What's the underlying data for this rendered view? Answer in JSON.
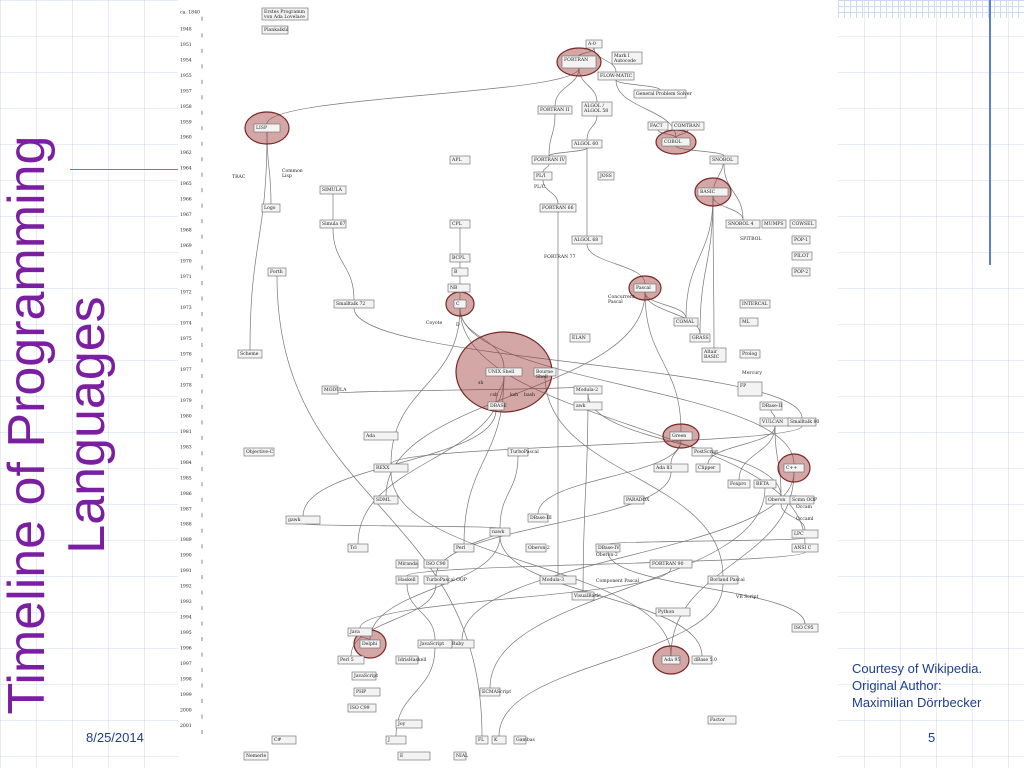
{
  "slide": {
    "title_lines": [
      "Timeline of Programming",
      "Languages"
    ],
    "credit_lines": [
      "Courtesy of Wikipedia.",
      "Original Author:",
      "Maximilian Dörrbecker"
    ],
    "date": "8/25/2014",
    "page_number": "5"
  },
  "diagram": {
    "years": [
      "ca. 1840",
      "1948",
      "1951",
      "1954",
      "1955",
      "1957",
      "1958",
      "1959",
      "1960",
      "1962",
      "1964",
      "1965",
      "1966",
      "1967",
      "1968",
      "1969",
      "1970",
      "1971",
      "1972",
      "1973",
      "1974",
      "1975",
      "1976",
      "1977",
      "1978",
      "1979",
      "1980",
      "1981",
      "1983",
      "1984",
      "1985",
      "1986",
      "1987",
      "1988",
      "1989",
      "1990",
      "1991",
      "1992",
      "1993",
      "1994",
      "1995",
      "1996",
      "1997",
      "1998",
      "1999",
      "2000",
      "2001"
    ],
    "nodes": [
      {
        "id": "ada",
        "lines": [
          "Erstes Programm",
          "von Ada Lovelace"
        ]
      },
      {
        "id": "plank",
        "lines": [
          "Plankalkül"
        ]
      },
      {
        "id": "a0",
        "lines": [
          "A-0"
        ]
      },
      {
        "id": "fortran",
        "lines": [
          "FORTRAN"
        ]
      },
      {
        "id": "mark1",
        "lines": [
          "Mark I",
          "Autocode"
        ]
      },
      {
        "id": "flowmatic",
        "lines": [
          "FLOW-MATIC"
        ]
      },
      {
        "id": "gps",
        "lines": [
          "General Problem Solver"
        ]
      },
      {
        "id": "fortran2",
        "lines": [
          "FORTRAN II"
        ]
      },
      {
        "id": "algol58",
        "lines": [
          "ALGOL /",
          "ALGOL 58"
        ]
      },
      {
        "id": "fact",
        "lines": [
          "FACT"
        ]
      },
      {
        "id": "comtran",
        "lines": [
          "COMTRAN"
        ]
      },
      {
        "id": "lisp",
        "lines": [
          "LISP"
        ]
      },
      {
        "id": "cobol",
        "lines": [
          "COBOL"
        ]
      },
      {
        "id": "algol60",
        "lines": [
          "ALGOL 60"
        ]
      },
      {
        "id": "fortran4",
        "lines": [
          "FORTRAN IV"
        ]
      },
      {
        "id": "apl",
        "lines": [
          "APL"
        ]
      },
      {
        "id": "snobol",
        "lines": [
          "SNOBOL"
        ]
      },
      {
        "id": "pl1",
        "lines": [
          "PL/I"
        ]
      },
      {
        "id": "jovial",
        "lines": [
          "JOSS"
        ]
      },
      {
        "id": "simula",
        "lines": [
          "SIMULA"
        ]
      },
      {
        "id": "basic",
        "lines": [
          "BASIC"
        ]
      },
      {
        "id": "logo",
        "lines": [
          "Logo"
        ]
      },
      {
        "id": "fortran66",
        "lines": [
          "FORTRAN 66"
        ]
      },
      {
        "id": "simula67",
        "lines": [
          "Simula 67"
        ]
      },
      {
        "id": "cpl",
        "lines": [
          "CPL"
        ]
      },
      {
        "id": "snobol4",
        "lines": [
          "SNOBOL 4"
        ]
      },
      {
        "id": "mumps",
        "lines": [
          "MUMPS"
        ]
      },
      {
        "id": "cowsel",
        "lines": [
          "COWSEL"
        ]
      },
      {
        "id": "algol68",
        "lines": [
          "ALGOL 68"
        ]
      },
      {
        "id": "pop1",
        "lines": [
          "POP-1"
        ]
      },
      {
        "id": "bcpl",
        "lines": [
          "BCPL"
        ]
      },
      {
        "id": "pilot",
        "lines": [
          "PILOT"
        ]
      },
      {
        "id": "b",
        "lines": [
          "B"
        ]
      },
      {
        "id": "forth",
        "lines": [
          "Forth"
        ]
      },
      {
        "id": "pop2",
        "lines": [
          "POP-2"
        ]
      },
      {
        "id": "nb",
        "lines": [
          "NB"
        ]
      },
      {
        "id": "pascal",
        "lines": [
          "Pascal"
        ]
      },
      {
        "id": "st72",
        "lines": [
          "Smalltalk 72"
        ]
      },
      {
        "id": "c",
        "lines": [
          "C"
        ]
      },
      {
        "id": "intercal",
        "lines": [
          "INTERCAL"
        ]
      },
      {
        "id": "comal",
        "lines": [
          "COMAL"
        ]
      },
      {
        "id": "ml",
        "lines": [
          "ML"
        ]
      },
      {
        "id": "elan",
        "lines": [
          "ELAN"
        ]
      },
      {
        "id": "grass",
        "lines": [
          "GRASS"
        ]
      },
      {
        "id": "scheme",
        "lines": [
          "Scheme"
        ]
      },
      {
        "id": "altair",
        "lines": [
          "Altair",
          "BASIC"
        ]
      },
      {
        "id": "prolog",
        "lines": [
          "Prolog"
        ]
      },
      {
        "id": "unix",
        "lines": [
          "UNIX Shell"
        ]
      },
      {
        "id": "bshell",
        "lines": [
          "Bourne",
          "Shell"
        ]
      },
      {
        "id": "fp",
        "lines": [
          "FP"
        ]
      },
      {
        "id": "modula",
        "lines": [
          "MODULA"
        ]
      },
      {
        "id": "modula2",
        "lines": [
          "Modula-2"
        ]
      },
      {
        "id": "awk",
        "lines": [
          "awk"
        ]
      },
      {
        "id": "dbase",
        "lines": [
          "DBASE"
        ]
      },
      {
        "id": "dbase2",
        "lines": [
          "DBase-II"
        ]
      },
      {
        "id": "vulcan",
        "lines": [
          "VULCAN"
        ]
      },
      {
        "id": "st80",
        "lines": [
          "Smalltalk 80"
        ]
      },
      {
        "id": "ada",
        "lines": [
          "Ada"
        ]
      },
      {
        "id": "green",
        "lines": [
          "Green"
        ]
      },
      {
        "id": "postscript",
        "lines": [
          "PostScript"
        ]
      },
      {
        "id": "objc",
        "lines": [
          "Objective-C"
        ]
      },
      {
        "id": "rexx",
        "lines": [
          "REXX"
        ]
      },
      {
        "id": "turbopascal",
        "lines": [
          "TurboPascal"
        ]
      },
      {
        "id": "ada83",
        "lines": [
          "Ada 83"
        ]
      },
      {
        "id": "clipper",
        "lines": [
          "Clipper"
        ]
      },
      {
        "id": "foxpro",
        "lines": [
          "Foxpro"
        ]
      },
      {
        "id": "beta",
        "lines": [
          "BETA"
        ]
      },
      {
        "id": "cpp",
        "lines": [
          "C++"
        ]
      },
      {
        "id": "sdml",
        "lines": [
          "SDML"
        ]
      },
      {
        "id": "paradox",
        "lines": [
          "PARADOX"
        ]
      },
      {
        "id": "oberon",
        "lines": [
          "Oberon"
        ]
      },
      {
        "id": "smcl",
        "lines": [
          "Scmn OOP"
        ]
      },
      {
        "id": "gawk",
        "lines": [
          "gawk"
        ]
      },
      {
        "id": "dbase3",
        "lines": [
          "DBase-III"
        ]
      },
      {
        "id": "lpc",
        "lines": [
          "LPC"
        ]
      },
      {
        "id": "tcl",
        "lines": [
          "Tcl"
        ]
      },
      {
        "id": "perl",
        "lines": [
          "Perl"
        ]
      },
      {
        "id": "nawk",
        "lines": [
          "nawk"
        ]
      },
      {
        "id": "oberon2",
        "lines": [
          "Oberon-2"
        ]
      },
      {
        "id": "dbase4",
        "lines": [
          "DBase-IV"
        ]
      },
      {
        "id": "ansic",
        "lines": [
          "ANSI C"
        ]
      },
      {
        "id": "miranda",
        "lines": [
          "Miranda"
        ]
      },
      {
        "id": "iso90",
        "lines": [
          "ISO C90"
        ]
      },
      {
        "id": "haskell",
        "lines": [
          "Haskell"
        ]
      },
      {
        "id": "tpoop",
        "lines": [
          "TurboPascal OOP"
        ]
      },
      {
        "id": "f90",
        "lines": [
          "FORTRAN 90"
        ]
      },
      {
        "id": "modula3",
        "lines": [
          "Modula-3"
        ]
      },
      {
        "id": "vb",
        "lines": [
          "VisualBasic"
        ]
      },
      {
        "id": "bp",
        "lines": [
          "Borland Pascal"
        ]
      },
      {
        "id": "python",
        "lines": [
          "Python"
        ]
      },
      {
        "id": "java",
        "lines": [
          "Java"
        ]
      },
      {
        "id": "perl5",
        "lines": [
          "Perl 5"
        ]
      },
      {
        "id": "ruby",
        "lines": [
          "Ruby"
        ]
      },
      {
        "id": "delphi",
        "lines": [
          "Delphi"
        ]
      },
      {
        "id": "ada95",
        "lines": [
          "Ada 95"
        ]
      },
      {
        "id": "dbase5",
        "lines": [
          "dBase 5.0"
        ]
      },
      {
        "id": "iso95",
        "lines": [
          "ISO C95"
        ]
      },
      {
        "id": "ihaskell",
        "lines": [
          "IdrisHaskell"
        ]
      },
      {
        "id": "javascript",
        "lines": [
          "JavaScript"
        ]
      },
      {
        "id": "jscript",
        "lines": [
          "JavaScript"
        ]
      },
      {
        "id": "php",
        "lines": [
          "PHP"
        ]
      },
      {
        "id": "ecma",
        "lines": [
          "ECMAScript"
        ]
      },
      {
        "id": "iso99",
        "lines": [
          "ISO C99"
        ]
      },
      {
        "id": "joy",
        "lines": [
          "Joy"
        ]
      },
      {
        "id": "csharp",
        "lines": [
          "C#"
        ]
      },
      {
        "id": "j",
        "lines": [
          "J"
        ]
      },
      {
        "id": "fl",
        "lines": [
          "FL"
        ]
      },
      {
        "id": "k",
        "lines": [
          "K"
        ]
      },
      {
        "id": "gambas",
        "lines": [
          "Gambas"
        ]
      },
      {
        "id": "factor",
        "lines": [
          "Factor"
        ]
      },
      {
        "id": "nemerle",
        "lines": [
          "Nemerle"
        ]
      },
      {
        "id": "e",
        "lines": [
          "E"
        ]
      },
      {
        "id": "nial",
        "lines": [
          "NIAL"
        ]
      }
    ],
    "labels": {
      "trac": "TRAC",
      "commonlisp": [
        "Common",
        "Lisp"
      ],
      "plc": "PL/C",
      "f77": "FORTRAN 77",
      "cpascal": [
        "Concurrent",
        "Pascal"
      ],
      "coyote": "Coyote",
      "d": "D",
      "sh": "sh",
      "csh": "csh",
      "ksh": "ksh",
      "bash": "bash",
      "spitbol": "SPITBOL",
      "mercury": "Mercury",
      "oberon_c": "Oberon-2",
      "oberoncp": "Component Pascal",
      "vbscript": "VB Script",
      "occam": "Occam",
      "ocaml": "Occaml"
    }
  }
}
